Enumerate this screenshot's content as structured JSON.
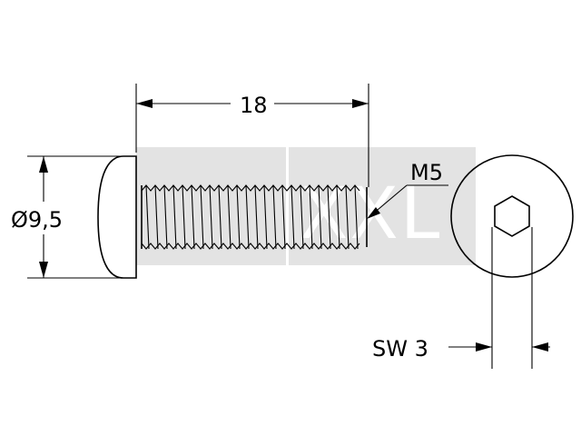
{
  "drawing": {
    "dimensions": {
      "length": "18",
      "diameter": "Ø9,5",
      "thread": "M5",
      "hex_key": "SW 3"
    },
    "watermark": {
      "text": "XXL",
      "color": "#e3e3e3"
    },
    "colors": {
      "stroke": "#000000",
      "background": "#ffffff"
    }
  }
}
